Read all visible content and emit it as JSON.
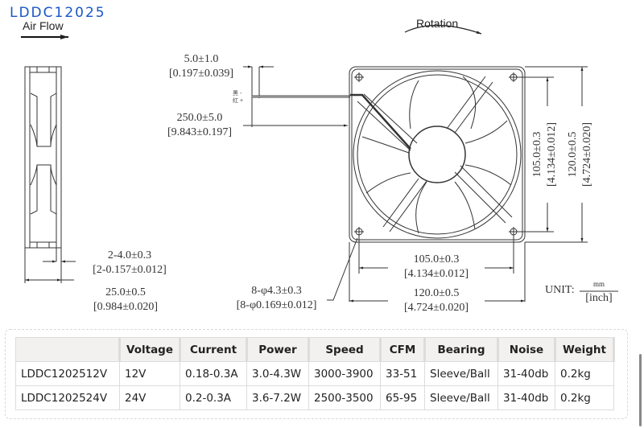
{
  "title": "LDDC12025",
  "labels": {
    "air_flow": "Air Flow",
    "rotation": "Rotation",
    "wire_black": "黑 -",
    "wire_red": "红 +"
  },
  "dimensions": {
    "wire_strip": {
      "mm": "5.0±1.0",
      "inch": "[0.197±0.039]"
    },
    "wire_length": {
      "mm": "250.0±5.0",
      "inch": "[9.843±0.197]"
    },
    "flange": {
      "mm": "2-4.0±0.3",
      "inch": "[2-0.157±0.012]"
    },
    "thickness": {
      "mm": "25.0±0.5",
      "inch": "[0.984±0.020]"
    },
    "mount_holes": {
      "mm": "8-φ4.3±0.3",
      "inch": "[8-φ0.169±0.012]"
    },
    "hole_spacing_h": {
      "mm": "105.0±0.3",
      "inch": "[4.134±0.012]"
    },
    "width": {
      "mm": "120.0±0.5",
      "inch": "[4.724±0.020]"
    },
    "hole_spacing_v": {
      "mm": "105.0±0.3",
      "inch": "[4.134±0.012]"
    },
    "height": {
      "mm": "120.0±0.5",
      "inch": "[4.724±0.020]"
    }
  },
  "unit": {
    "label": "UNIT:",
    "top": "mm",
    "bottom": "[inch]"
  },
  "table": {
    "headers": [
      "",
      "Voltage",
      "Current",
      "Power",
      "Speed",
      "CFM",
      "Bearing",
      "Noise",
      "Weight"
    ],
    "rows": [
      [
        "LDDC1202512V",
        "12V",
        "0.18-0.3A",
        "3.0-4.3W",
        "3000-3900",
        "33-51",
        "Sleeve/Ball",
        "31-40db",
        "0.2kg"
      ],
      [
        "LDDC1202524V",
        "24V",
        "0.2-0.3A",
        "3.6-7.2W",
        "2500-3500",
        "65-95",
        "Sleeve/Ball",
        "31-40db",
        "0.2kg"
      ]
    ]
  }
}
